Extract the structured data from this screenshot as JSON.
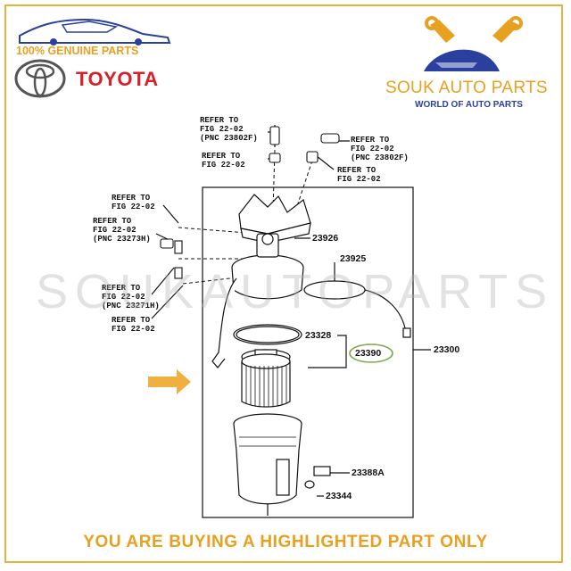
{
  "header": {
    "genuine_text": "100% GENUINE PARTS",
    "brand": "TOYOTA",
    "shop_name": "SOUK AUTO PARTS",
    "shop_tagline": "WORLD OF AUTO PARTS"
  },
  "watermark": "SOUKAUTOPARTS",
  "footer": "YOU ARE BUYING A HIGHLIGHTED PART ONLY",
  "refs": {
    "r1": "REFER TO\nFIG 22-02\n(PNC 23802F)",
    "r2": "REFER TO\nFIG 22-02",
    "r3": "REFER TO\nFIG 22-02\n(PNC 23802F)",
    "r4": "REFER TO\nFIG 22-02",
    "r5": "REFER TO\nFIG 22-02",
    "r6": "REFER TO\nFIG 22-02\n(PNC 23273H)",
    "r7": "REFER TO\nFIG 22-02\n(PNC 23271H)",
    "r8": "REFER TO\nFIG 22-02"
  },
  "parts": {
    "p23926": "23926",
    "p23925": "23925",
    "p23328": "23328",
    "p23390": "23390",
    "p23300": "23300",
    "p23388a": "23388A",
    "p23344": "23344"
  },
  "colors": {
    "accent": "#e8a020",
    "toyota_red": "#d6202a",
    "shop_blue": "#2b3f9e",
    "highlight": "#7fa84a",
    "arrow": "#f0b040"
  }
}
